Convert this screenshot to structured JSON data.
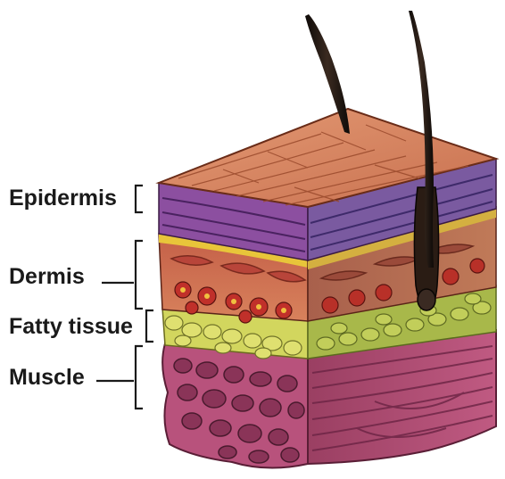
{
  "labels": {
    "epidermis": "Epidermis",
    "dermis": "Dermis",
    "fatty_tissue": "Fatty tissue",
    "muscle": "Muscle"
  },
  "colors": {
    "epidermis_surface": "#d98663",
    "epidermis_band": "#8c4fa0",
    "dermis": "#c9684e",
    "yellow_band": "#e8c53a",
    "fat": "#c8cf5a",
    "muscle": "#b0527a",
    "hair": "#1c1410",
    "label_text": "#1a1a1a"
  }
}
